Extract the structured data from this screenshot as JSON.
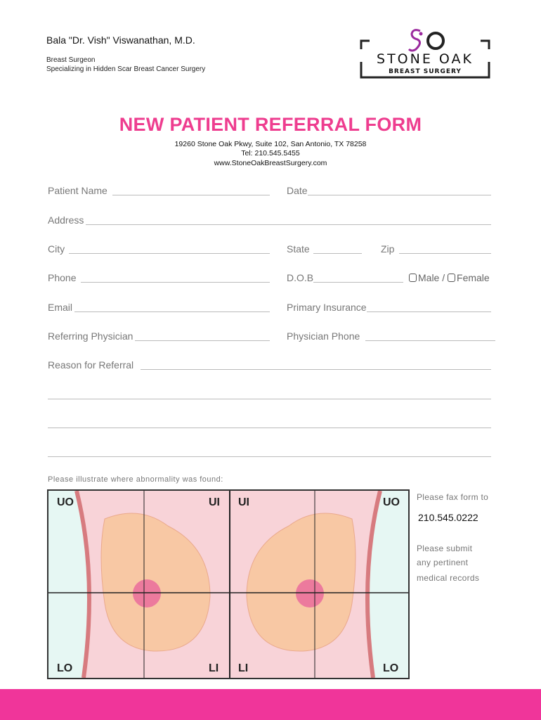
{
  "header": {
    "doctor_name": "Bala \"Dr. Vish\" Viswanathan, M.D.",
    "specialty": "Breast Surgeon",
    "specialization": "Specializing in Hidden Scar Breast Cancer Surgery",
    "logo": {
      "line1": "STONE OAK",
      "line2": "BREAST SURGERY",
      "accent": "#9b2a9e"
    }
  },
  "title": "NEW PATIENT REFERRAL FORM",
  "contact": {
    "address": "19260 Stone Oak Pkwy, Suite 102, San Antonio, TX 78258",
    "tel": "Tel: 210.545.5455",
    "website": "www.StoneOakBreastSurgery.com"
  },
  "fields": {
    "patient_name": "Patient Name",
    "date": "Date",
    "address": "Address",
    "city": "City",
    "state": "State",
    "zip": "Zip",
    "phone": "Phone",
    "dob": "D.O.B",
    "male": "Male /",
    "female": "Female",
    "email": "Email",
    "primary_insurance": "Primary Insurance",
    "referring_physician": "Referring Physician",
    "physician_phone": "Physician  Phone",
    "reason": "Reason for Referral"
  },
  "diagram": {
    "instruction": "Please illustrate where abnormality was found:",
    "quadrants": {
      "uo": "UO",
      "ui": "UI",
      "lo": "LO",
      "li": "LI"
    }
  },
  "side": {
    "fax_label": "Please fax form to",
    "fax_number": "210.545.0222",
    "submit1": "Please submit",
    "submit2": "any pertinent",
    "submit3": "medical records"
  },
  "colors": {
    "title": "#ee3d8f",
    "footer": "#f0359a"
  }
}
